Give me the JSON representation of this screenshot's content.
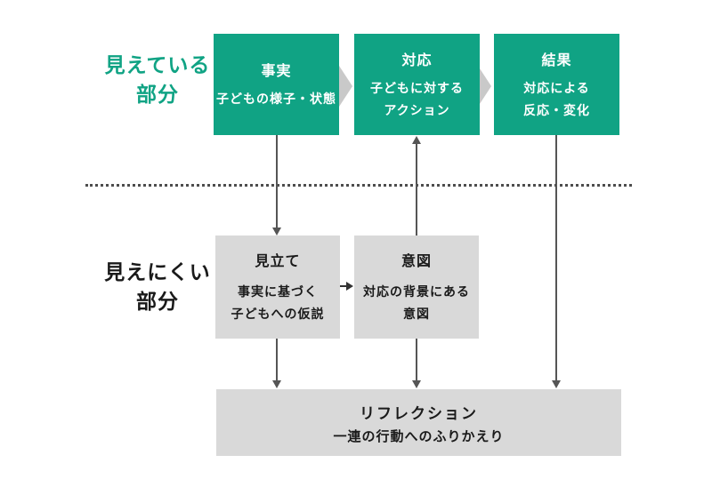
{
  "diagram": {
    "side_labels": {
      "visible": {
        "line1": "見えている",
        "line2": "部分"
      },
      "hidden": {
        "line1": "見えにくい",
        "line2": "部分"
      }
    },
    "top_boxes": [
      {
        "title": "事実",
        "desc1": "子どもの様子・状態",
        "desc2": ""
      },
      {
        "title": "対応",
        "desc1": "子どもに対する",
        "desc2": "アクション"
      },
      {
        "title": "結果",
        "desc1": "対応による",
        "desc2": "反応・変化"
      }
    ],
    "mid_boxes": [
      {
        "title": "見立て",
        "desc1": "事実に基づく",
        "desc2": "子どもへの仮説"
      },
      {
        "title": "意図",
        "desc1": "対応の背景にある",
        "desc2": "意図"
      }
    ],
    "bottom_box": {
      "title": "リフレクション",
      "desc": "一連の行動へのふりかえり"
    },
    "colors": {
      "teal": "#10A384",
      "gray_box": "#D9D9D9",
      "arrow": "#555555",
      "chevron": "#C9C9C9"
    }
  }
}
